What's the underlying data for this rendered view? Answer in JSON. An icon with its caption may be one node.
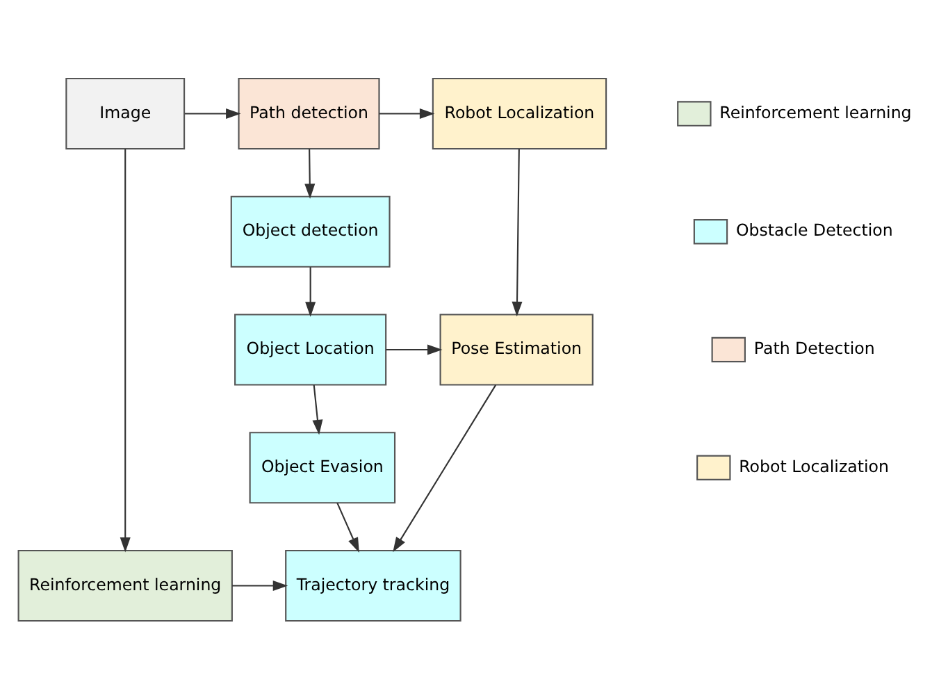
{
  "diagram": {
    "nodes": [
      {
        "text": [
          "Image"
        ]
      },
      {
        "text": [
          "Path detection"
        ]
      },
      {
        "text": [
          "Robot Localization"
        ]
      },
      {
        "text": [
          "Object detection"
        ]
      },
      {
        "text": [
          "Object Location"
        ]
      },
      {
        "text": [
          "Pose Estimation"
        ]
      },
      {
        "text": [
          "Object Evasion"
        ]
      },
      {
        "text": [
          "Reinforcement learning"
        ]
      },
      {
        "text": [
          "Trajectory tracking"
        ]
      }
    ],
    "edges": [
      {
        "from": 0,
        "to": 1,
        "arrow": "to"
      },
      {
        "from": 1,
        "to": 2,
        "arrow": "to"
      },
      {
        "from": 1,
        "to": 3,
        "arrow": "to"
      },
      {
        "from": 2,
        "to": 5,
        "arrow": "to"
      },
      {
        "from": 3,
        "to": 4,
        "arrow": "to"
      },
      {
        "from": 4,
        "to": 5,
        "arrow": "to"
      },
      {
        "from": 4,
        "to": 6,
        "arrow": "to"
      },
      {
        "from": 0,
        "to": 7,
        "arrow": "to"
      },
      {
        "from": 6,
        "to": 8,
        "arrow": "to"
      },
      {
        "from": 7,
        "to": 8,
        "arrow": "to"
      },
      {
        "from": 5,
        "to": 8,
        "arrow": "to"
      }
    ],
    "legend": [
      {
        "text": "Reinforcement learning",
        "color": "#e2efda"
      },
      {
        "text": "Obstacle Detection",
        "color": "#ccffff"
      },
      {
        "text": "Path Detection",
        "color": "#fbe5d6"
      },
      {
        "text": "Robot Localization",
        "color": "#fff2cc"
      }
    ]
  }
}
